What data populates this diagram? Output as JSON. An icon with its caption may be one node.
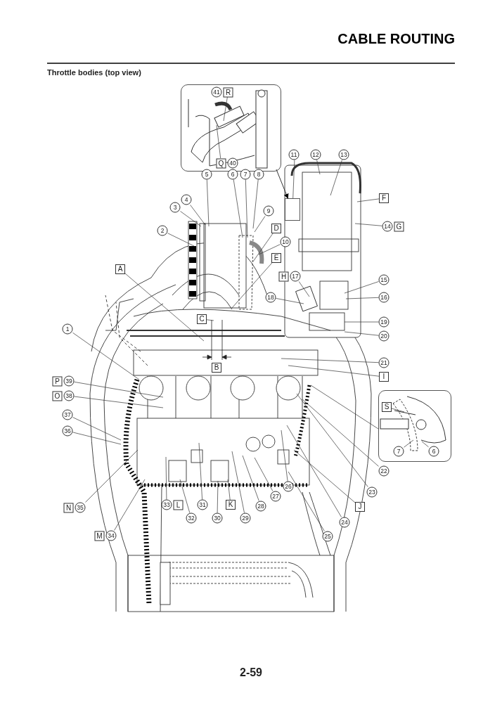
{
  "diagram": {
    "title": "CABLE ROUTING",
    "nodes": [
      {
        "text": [],
        "shape": "picture"
      },
      {
        "text": [
          "41",
          "R"
        ],
        "in": 0
      },
      {
        "text": [
          "Q",
          "40"
        ],
        "in": 0
      },
      {
        "text": [
          "11"
        ]
      },
      {
        "text": [
          "12"
        ]
      },
      {
        "text": [
          "13"
        ]
      },
      {
        "text": [
          "F"
        ]
      },
      {
        "text": [
          "5"
        ]
      },
      {
        "text": [
          "6"
        ]
      },
      {
        "text": [
          "7"
        ]
      },
      {
        "text": [
          "8"
        ]
      },
      {
        "text": [
          "4"
        ]
      },
      {
        "text": [
          "3"
        ]
      },
      {
        "text": [
          "9"
        ]
      },
      {
        "text": [
          "14",
          "G"
        ]
      },
      {
        "text": [
          "D"
        ]
      },
      {
        "text": [
          "2"
        ]
      },
      {
        "text": [
          "10"
        ]
      },
      {
        "text": [
          "E"
        ]
      },
      {
        "text": [
          "A"
        ]
      },
      {
        "text": [
          "H",
          "17"
        ]
      },
      {
        "text": [
          "15"
        ]
      },
      {
        "text": [
          "18"
        ]
      },
      {
        "text": [
          "16"
        ]
      },
      {
        "text": [
          "C"
        ]
      },
      {
        "text": [
          "19"
        ]
      },
      {
        "text": [
          "1"
        ]
      },
      {
        "text": [
          "20"
        ]
      },
      {
        "text": [
          "21"
        ]
      },
      {
        "text": [
          "I"
        ]
      },
      {
        "text": [
          "P",
          "39"
        ]
      },
      {
        "text": [],
        "shape": "picture"
      },
      {
        "text": [
          "S"
        ],
        "in": 31
      },
      {
        "text": [
          "7"
        ],
        "in": 31
      },
      {
        "text": [
          "6"
        ],
        "in": 31
      },
      {
        "text": [
          "O",
          "38"
        ]
      },
      {
        "text": [
          "37"
        ]
      },
      {
        "text": [
          "36"
        ]
      },
      {
        "text": [
          "22"
        ]
      },
      {
        "text": [
          "23"
        ]
      },
      {
        "text": [
          "26"
        ]
      },
      {
        "text": [
          "27"
        ]
      },
      {
        "text": [
          "33",
          "L"
        ]
      },
      {
        "text": [
          "31"
        ]
      },
      {
        "text": [
          "K"
        ]
      },
      {
        "text": [
          "28"
        ]
      },
      {
        "text": [
          "J"
        ]
      },
      {
        "text": [
          "N",
          "35"
        ]
      },
      {
        "text": [
          "32"
        ]
      },
      {
        "text": [
          "30"
        ]
      },
      {
        "text": [
          "29"
        ]
      },
      {
        "text": [
          "24"
        ]
      },
      {
        "text": [
          "M",
          "34"
        ]
      },
      {
        "text": [
          "25"
        ]
      },
      {
        "text": [],
        "shape": "box"
      }
    ],
    "edges": [
      {
        "from": 0,
        "to": 54,
        "arrow": "to"
      },
      {
        "from": 1,
        "to": null,
        "arrow": "none"
      },
      {
        "from": 2,
        "to": null,
        "arrow": "none"
      },
      {
        "from": 3,
        "to": 54,
        "arrow": "none"
      },
      {
        "from": 4,
        "to": null,
        "arrow": "none"
      },
      {
        "from": 5,
        "to": null,
        "arrow": "none"
      },
      {
        "from": 6,
        "to": null,
        "arrow": "none"
      },
      {
        "from": 7,
        "to": null,
        "arrow": "none"
      },
      {
        "from": 8,
        "to": null,
        "arrow": "none"
      },
      {
        "from": 9,
        "to": null,
        "arrow": "none"
      },
      {
        "from": 10,
        "to": null,
        "arrow": "none"
      },
      {
        "from": 11,
        "to": null,
        "arrow": "none"
      },
      {
        "from": 12,
        "to": null,
        "arrow": "none"
      },
      {
        "from": 13,
        "to": null,
        "arrow": "none"
      },
      {
        "from": 14,
        "to": null,
        "arrow": "none"
      },
      {
        "from": 15,
        "to": null,
        "arrow": "none"
      },
      {
        "from": 16,
        "to": null,
        "arrow": "none"
      },
      {
        "from": 17,
        "to": null,
        "arrow": "none"
      },
      {
        "from": 18,
        "to": null,
        "arrow": "none"
      },
      {
        "from": 19,
        "to": null,
        "arrow": "none"
      },
      {
        "from": 20,
        "to": null,
        "arrow": "none"
      },
      {
        "from": 21,
        "to": null,
        "arrow": "none"
      },
      {
        "from": 22,
        "to": null,
        "arrow": "none"
      },
      {
        "from": 23,
        "to": null,
        "arrow": "none"
      },
      {
        "from": 24,
        "to": null,
        "arrow": "none"
      },
      {
        "from": 25,
        "to": null,
        "arrow": "none"
      },
      {
        "from": 26,
        "to": null,
        "arrow": "none"
      },
      {
        "from": 27,
        "to": null,
        "arrow": "none"
      },
      {
        "from": 28,
        "to": null,
        "arrow": "none"
      },
      {
        "from": 29,
        "to": null,
        "arrow": "none"
      },
      {
        "from": 30,
        "to": null,
        "arrow": "none"
      },
      {
        "from": 31,
        "to": null,
        "arrow": "none"
      },
      {
        "from": 32,
        "to": null,
        "arrow": "none"
      },
      {
        "from": 33,
        "to": null,
        "arrow": "none"
      },
      {
        "from": 34,
        "to": null,
        "arrow": "none"
      },
      {
        "from": 35,
        "to": null,
        "arrow": "none"
      },
      {
        "from": 36,
        "to": null,
        "arrow": "none"
      },
      {
        "from": 37,
        "to": null,
        "arrow": "none"
      },
      {
        "from": 38,
        "to": null,
        "arrow": "none"
      },
      {
        "from": 39,
        "to": null,
        "arrow": "none"
      },
      {
        "from": 40,
        "to": null,
        "arrow": "none"
      },
      {
        "from": 41,
        "to": null,
        "arrow": "none"
      },
      {
        "from": 42,
        "to": null,
        "arrow": "none"
      },
      {
        "from": 43,
        "to": null,
        "arrow": "none"
      },
      {
        "from": 44,
        "to": null,
        "arrow": "none"
      },
      {
        "from": 45,
        "to": null,
        "arrow": "none"
      },
      {
        "from": 46,
        "to": null,
        "arrow": "none"
      },
      {
        "from": 47,
        "to": null,
        "arrow": "none"
      },
      {
        "from": 48,
        "to": null,
        "arrow": "none"
      },
      {
        "from": 49,
        "to": null,
        "arrow": "none"
      },
      {
        "from": 50,
        "to": null,
        "arrow": "none"
      },
      {
        "from": 51,
        "to": null,
        "arrow": "none"
      },
      {
        "from": 52,
        "to": null,
        "arrow": "none"
      },
      {
        "from": 53,
        "to": null,
        "arrow": "none"
      }
    ],
    "labels": [
      "Throttle bodies (top view)",
      "B",
      "2-59"
    ]
  }
}
